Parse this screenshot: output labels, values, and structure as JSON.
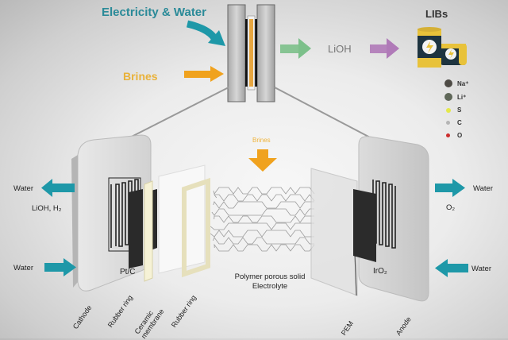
{
  "top": {
    "input_label_1": "Electricity & Water",
    "input_label_2": "Brines",
    "product_label": "LiOH",
    "output_label": "LIBs"
  },
  "legend": [
    {
      "label": "Na⁺",
      "color": "#4e4b45"
    },
    {
      "label": "Li⁺",
      "color": "#5f6758"
    },
    {
      "label": "S",
      "color": "#e4e84a"
    },
    {
      "label": "C",
      "color": "#b5b5b5"
    },
    {
      "label": "O",
      "color": "#cc2e2e"
    }
  ],
  "left_side": {
    "water_out": "Water",
    "products": "LiOH, H₂",
    "water_in": "Water",
    "catalyst": "Pt/C"
  },
  "right_side": {
    "water_out": "Water",
    "products": "O₂",
    "water_in": "Water",
    "catalyst": "IrO₂"
  },
  "center": {
    "brines_label": "Brines",
    "electrolyte_line1": "Polymer porous solid",
    "electrolyte_line2": "Electrolyte"
  },
  "components": [
    "Cathode",
    "Rubber ring",
    "Ceramic membrane",
    "Rubber ring",
    "PEM",
    "Anode"
  ],
  "colors": {
    "teal_arrow": "#1e98a8",
    "orange_arrow": "#f0a21e",
    "green_arrow": "#7cc08a",
    "purple_arrow": "#b07ab8",
    "battery_yellow": "#e8c23a",
    "battery_dark": "#1e3440"
  }
}
